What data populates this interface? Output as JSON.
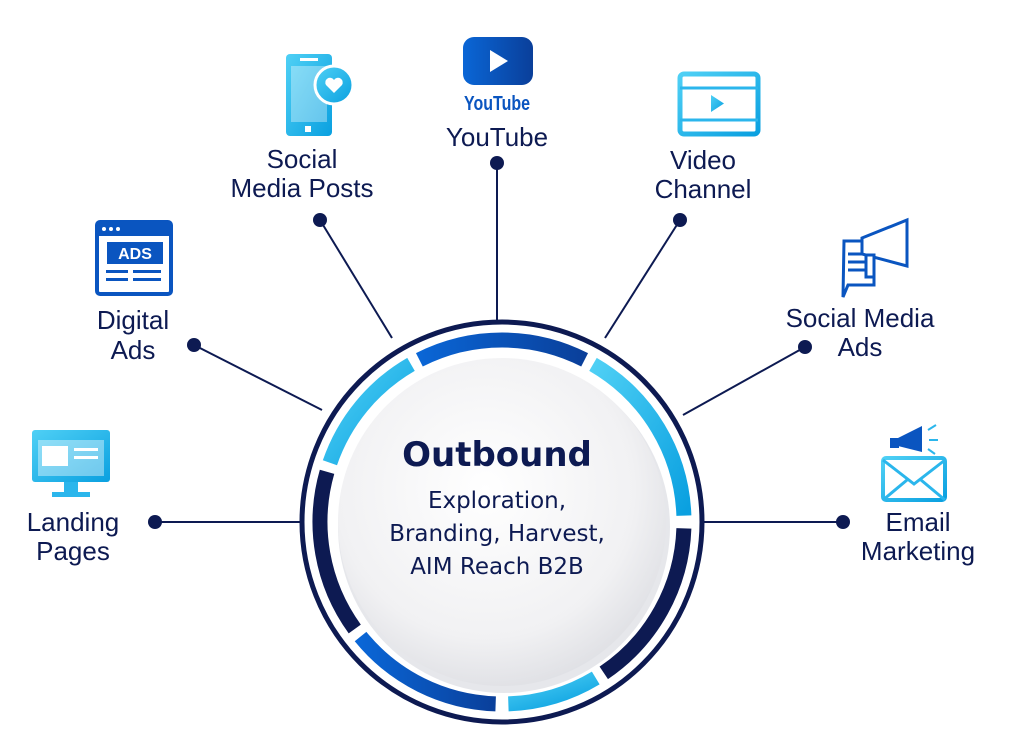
{
  "center": {
    "title": "Outbound",
    "lines": [
      "Exploration,",
      "Branding, Harvest,",
      "AIM Reach B2B"
    ]
  },
  "nodes": {
    "youtube": {
      "lines": [
        "YouTube"
      ],
      "icon": "youtube-icon",
      "wordmark": "YouTube"
    },
    "social_posts": {
      "lines": [
        "Social",
        "Media Posts"
      ],
      "icon": "phone-heart-icon"
    },
    "video_channel": {
      "lines": [
        "Video",
        "Channel"
      ],
      "icon": "video-player-icon"
    },
    "digital_ads": {
      "lines": [
        "Digital",
        "Ads"
      ],
      "icon": "ads-window-icon",
      "icon_text": "ADS"
    },
    "social_ads": {
      "lines": [
        "Social Media",
        "Ads"
      ],
      "icon": "megaphone-icon"
    },
    "landing_pages": {
      "lines": [
        "Landing",
        "Pages"
      ],
      "icon": "monitor-icon"
    },
    "email_marketing": {
      "lines": [
        "Email",
        "Marketing"
      ],
      "icon": "email-megaphone-icon"
    }
  },
  "colors": {
    "navy": "#0d1a52",
    "blue": "#0a5cc9",
    "light_blue": "#3cc3ef"
  }
}
